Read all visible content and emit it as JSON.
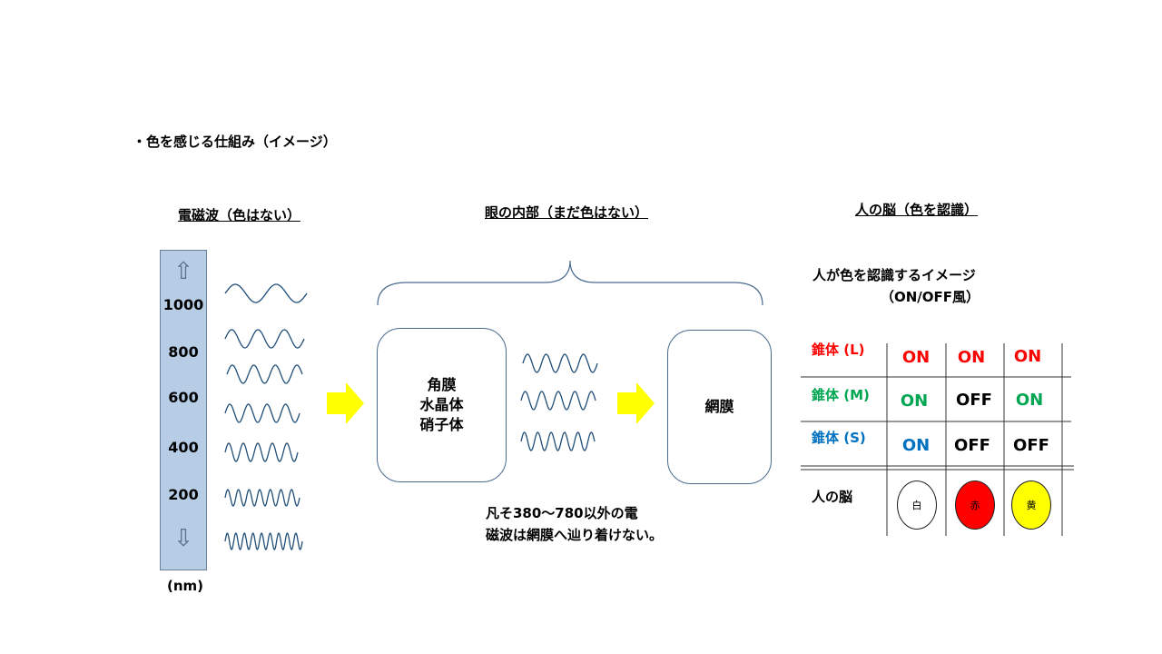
{
  "title": "・色を感じる仕組み（イメージ）",
  "sections": {
    "em_wave": "電磁波（色はない）",
    "eye_interior": "眼の内部（まだ色はない）",
    "brain": "人の脳（色を認識）"
  },
  "scale": {
    "labels": [
      "1000",
      "800",
      "600",
      "400",
      "200"
    ],
    "unit": "(nm)",
    "up_icon": "up-arrow-icon",
    "down_icon": "down-arrow-icon"
  },
  "eye": {
    "front_box": [
      "角膜",
      "水晶体",
      "硝子体"
    ],
    "retina_box": "網膜",
    "note_lines": [
      "凡そ380～780以外の電",
      "磁波は網膜へ辿り着けない。"
    ]
  },
  "recognition": {
    "subtitle_lines": [
      "人が色を認識するイメージ",
      "（ON/OFF風）"
    ],
    "rows": [
      {
        "label": "錐体 (L)",
        "label_color": "#ff0000",
        "cells": [
          {
            "text": "ON",
            "color": "#ff0000"
          },
          {
            "text": "ON",
            "color": "#ff0000"
          },
          {
            "text": "ON",
            "color": "#ff0000"
          }
        ]
      },
      {
        "label": "錐体 (M)",
        "label_color": "#00a651",
        "cells": [
          {
            "text": "ON",
            "color": "#00a651"
          },
          {
            "text": "OFF",
            "color": "#000000"
          },
          {
            "text": "ON",
            "color": "#00a651"
          }
        ]
      },
      {
        "label": "錐体 (S)",
        "label_color": "#0070c0",
        "cells": [
          {
            "text": "ON",
            "color": "#0070c0"
          },
          {
            "text": "OFF",
            "color": "#000000"
          },
          {
            "text": "OFF",
            "color": "#000000"
          }
        ]
      }
    ],
    "brain_row": {
      "label": "人の脳",
      "colors": [
        {
          "name": "白",
          "fill": "#ffffff"
        },
        {
          "name": "赤",
          "fill": "#ff0000"
        },
        {
          "name": "黄",
          "fill": "#ffff00"
        }
      ]
    }
  },
  "colors": {
    "arrow": "#ffff00",
    "wave": "#1f4e79",
    "scale_fill": "#b7cde6"
  }
}
